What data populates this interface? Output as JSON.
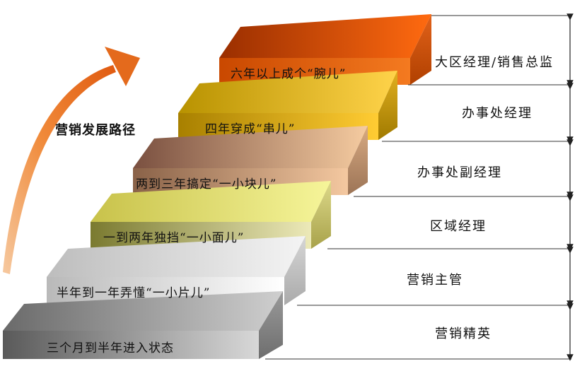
{
  "diagram": {
    "title": "营销发展路径",
    "steps": [
      {
        "label": "三个月到半年进入状态",
        "position": "营销精英"
      },
      {
        "label": "半年到一年弄懂“一小片儿”",
        "position": "营销主管"
      },
      {
        "label": "一到两年独挡“一小面儿”",
        "position": "区域经理"
      },
      {
        "label": "两到三年搞定“一小块儿”",
        "position": "办事处副经理"
      },
      {
        "label": "四年穿成“串儿”",
        "position": "办事处经理"
      },
      {
        "label": "六年以上成个“腕儿”",
        "position": "大区经理/销售总监"
      }
    ]
  }
}
